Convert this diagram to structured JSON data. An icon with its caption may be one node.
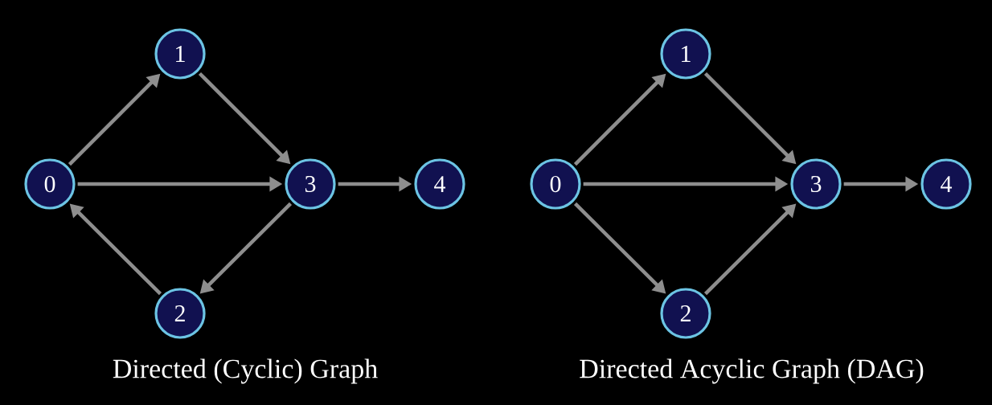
{
  "diagram": {
    "nodes": [
      {
        "text": [
          "0"
        ]
      },
      {
        "text": [
          "1"
        ]
      },
      {
        "text": [
          "2"
        ]
      },
      {
        "text": [
          "3"
        ]
      },
      {
        "text": [
          "4"
        ]
      },
      {
        "text": [
          "0"
        ]
      },
      {
        "text": [
          "1"
        ]
      },
      {
        "text": [
          "2"
        ]
      },
      {
        "text": [
          "3"
        ]
      },
      {
        "text": [
          "4"
        ]
      }
    ],
    "edges": [
      {
        "from": 0,
        "to": 1,
        "arrow": "to"
      },
      {
        "from": 1,
        "to": 3,
        "arrow": "to"
      },
      {
        "from": 0,
        "to": 3,
        "arrow": "to"
      },
      {
        "from": 3,
        "to": 4,
        "arrow": "to"
      },
      {
        "from": 3,
        "to": 2,
        "arrow": "to"
      },
      {
        "from": 2,
        "to": 0,
        "arrow": "to"
      },
      {
        "from": 5,
        "to": 6,
        "arrow": "to"
      },
      {
        "from": 6,
        "to": 8,
        "arrow": "to"
      },
      {
        "from": 5,
        "to": 8,
        "arrow": "to"
      },
      {
        "from": 8,
        "to": 9,
        "arrow": "to"
      },
      {
        "from": 5,
        "to": 7,
        "arrow": "to"
      },
      {
        "from": 7,
        "to": 8,
        "arrow": "to"
      }
    ],
    "labels": [
      "Directed (Cyclic) Graph",
      "Directed Acyclic Graph (DAG)"
    ]
  }
}
